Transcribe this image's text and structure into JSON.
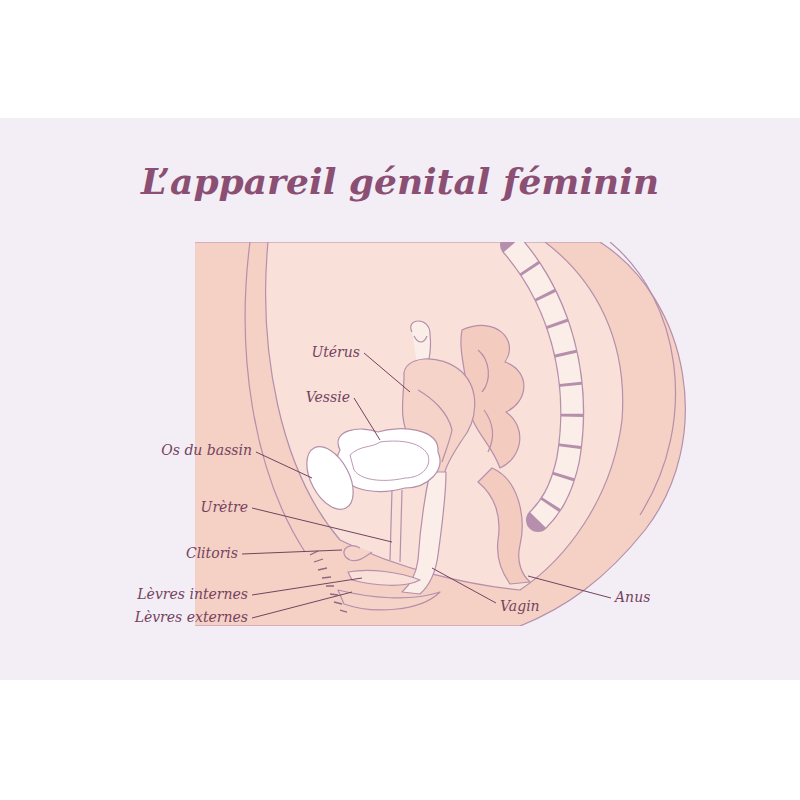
{
  "diagram": {
    "title": "L’appareil génital féminin",
    "labels": [
      "Utérus",
      "Vessie",
      "Os du bassin",
      "Urètre",
      "Clitoris",
      "Lèvres internes",
      "Lèvres externes",
      "Vagin",
      "Anus"
    ]
  }
}
